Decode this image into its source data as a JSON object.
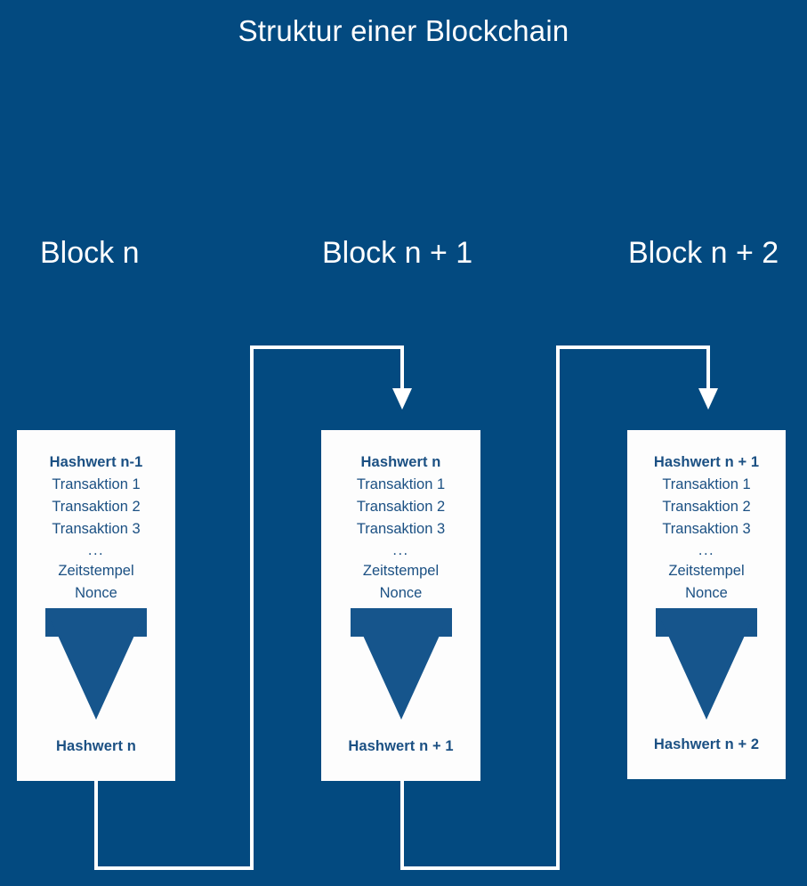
{
  "title": "Struktur einer Blockchain",
  "colors": {
    "background": "#034a80",
    "card_background": "#fdfdfd",
    "card_text": "#1b5083",
    "arrow_fill": "#16558c",
    "wire": "#ffffff",
    "title_text": "#ffffff"
  },
  "blocks": [
    {
      "heading": "Block n",
      "lines": [
        "Hashwert n-1",
        "Transaktion 1",
        "Transaktion 2",
        "Transaktion 3",
        "...",
        "Zeitstempel",
        "Nonce"
      ],
      "hash_icon": "down-arrow-icon",
      "output_hash": "Hashwert n"
    },
    {
      "heading": "Block n + 1",
      "lines": [
        "Hashwert n",
        "Transaktion 1",
        "Transaktion 2",
        "Transaktion 3",
        "...",
        "Zeitstempel",
        "Nonce"
      ],
      "hash_icon": "down-arrow-icon",
      "output_hash": "Hashwert n + 1"
    },
    {
      "heading": "Block n + 2",
      "lines": [
        "Hashwert n + 1",
        "Transaktion 1",
        "Transaktion 2",
        "Transaktion 3",
        "...",
        "Zeitstempel",
        "Nonce"
      ],
      "hash_icon": "down-arrow-icon",
      "output_hash": "Hashwert n + 2"
    }
  ],
  "connectors": [
    {
      "from_block": "Block n",
      "to_block": "Block n + 1"
    },
    {
      "from_block": "Block n + 1",
      "to_block": "Block n + 2"
    }
  ]
}
